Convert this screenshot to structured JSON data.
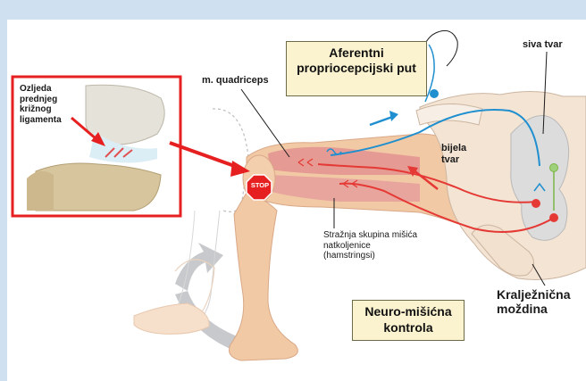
{
  "labels": {
    "injury": "Ozljeda prednjeg križnog ligamenta",
    "quadriceps": "m. quadriceps",
    "afferent": "Aferentni propriocepcijski put",
    "grey_matter": "siva tvar",
    "white_matter": "bijela tvar",
    "hamstrings": "Stražnja skupina mišića natkoljenice (hamstringsi)",
    "spinal_cord": "Kralježnična moždina",
    "neuromuscular": "Neuro-mišićna kontrola",
    "stop_sign": "STOP"
  },
  "colors": {
    "frame_bg": "#cfe0f0",
    "highlight_box": "#e62020",
    "label_box_bg": "#fbf3cf",
    "afferent_path": "#1f8fcf",
    "efferent_path": "#e53935",
    "interneuron": "#7ab648",
    "grey_matter_fill": "#dcdcdc",
    "skin": "#f1c9a5"
  },
  "icons": [
    "stop-sign-icon",
    "motion-arrow-icon",
    "pathway-arrow-icon"
  ]
}
